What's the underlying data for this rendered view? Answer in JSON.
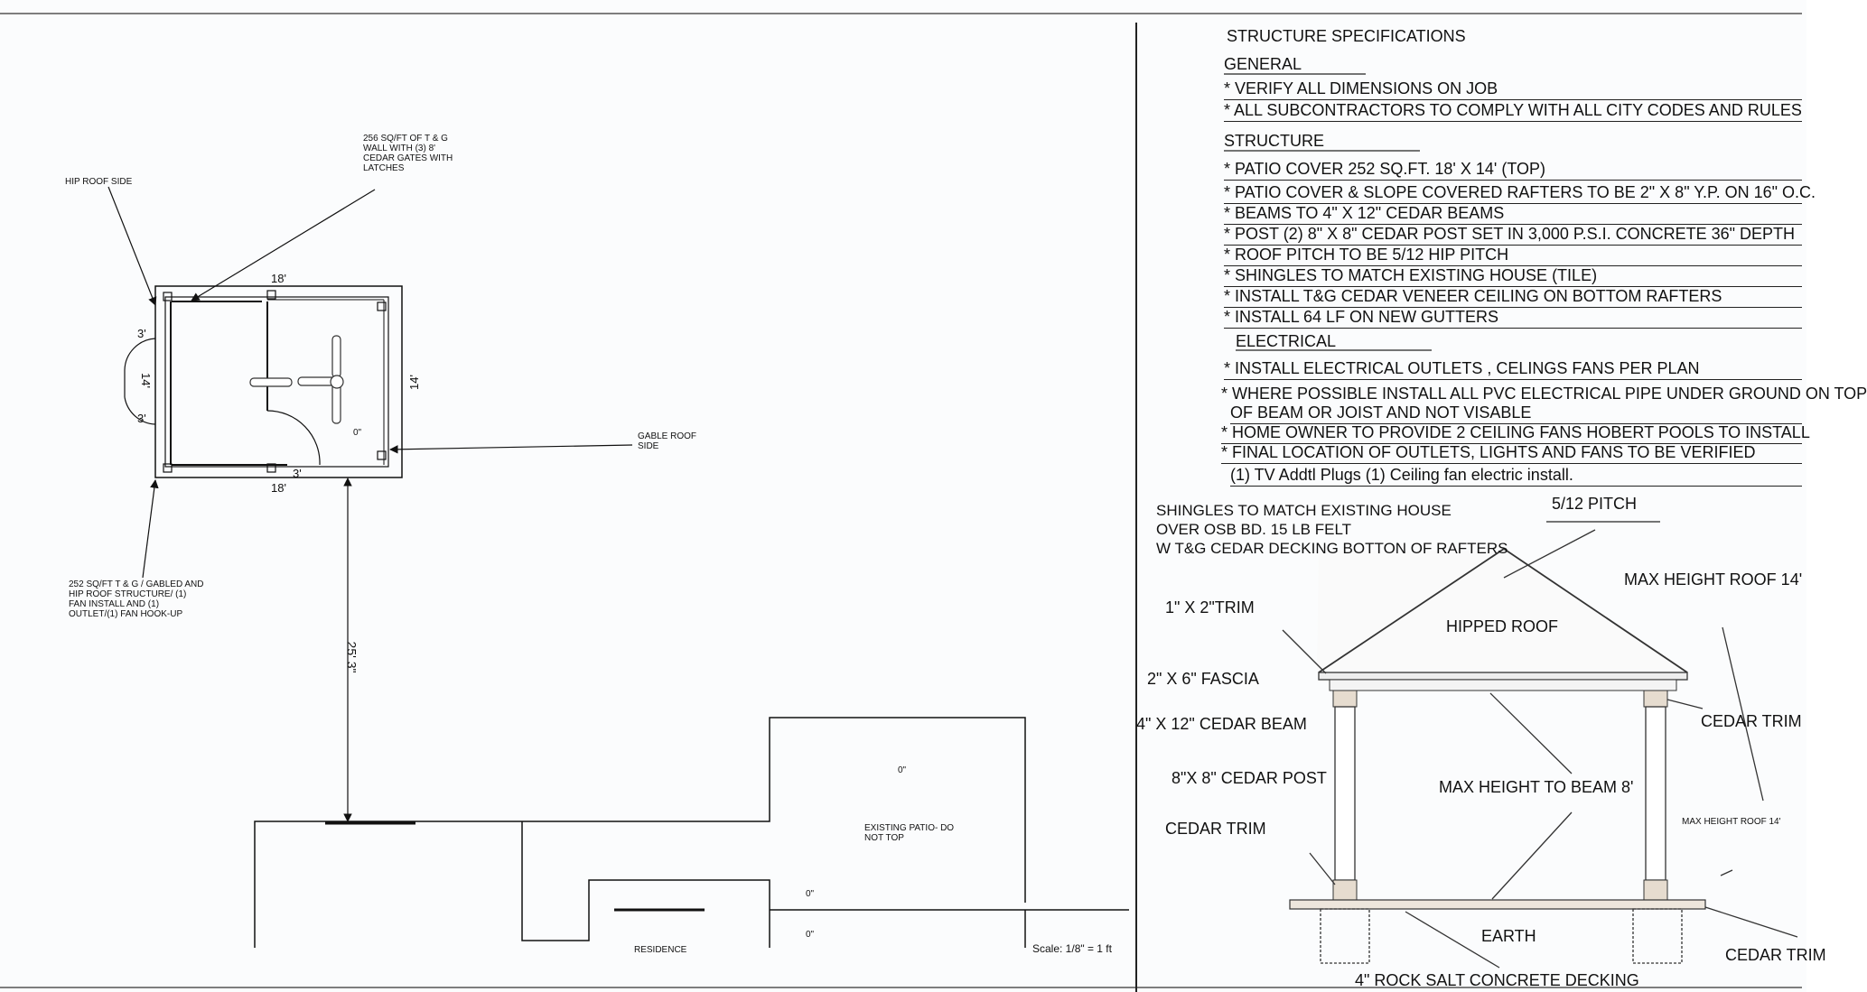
{
  "plan": {
    "hip_roof_side": "HIP ROOF SIDE",
    "wall_note": "256 SQ/FT OF T & G WALL WITH (3) 8' CEDAR GATES WITH LATCHES",
    "dim_top": "18'",
    "dim_bottom": "18'",
    "dim_right": "14'",
    "dim_left": "14'",
    "gate_top": "3'",
    "gate_bottom": "3'",
    "gate_front": "3'",
    "elev_room": "0\"",
    "gable_roof_side": "GABLE ROOF SIDE",
    "structure_note": "252 SQ/FT T & G / GABLED AND HIP ROOF STRUCTURE/ (1) FAN INSTALL AND (1) OUTLET/(1) FAN HOOK-UP",
    "distance": "25' 3\"",
    "elev_upper": "0\"",
    "existing_patio": "EXISTING PATIO- DO NOT TOP",
    "elev_mid": "0\"",
    "elev_low": "0\"",
    "residence": "RESIDENCE",
    "scale": "Scale: 1/8\" = 1 ft"
  },
  "specs": {
    "title": "STRUCTURE SPECIFICATIONS",
    "general_heading": "GENERAL",
    "general": [
      "* VERIFY ALL DIMENSIONS ON JOB",
      "* ALL SUBCONTRACTORS TO COMPLY WITH ALL CITY CODES AND RULES"
    ],
    "structure_heading": "STRUCTURE",
    "structure": [
      "* PATIO COVER 252 SQ.FT. 18' X 14' (TOP)",
      "* PATIO COVER & SLOPE COVERED RAFTERS TO BE 2\" X 8\" Y.P. ON 16\" O.C.",
      "* BEAMS TO 4\" X 12\" CEDAR BEAMS",
      "* POST (2) 8\" X 8\" CEDAR POST SET IN 3,000 P.S.I. CONCRETE 36\" DEPTH",
      "* ROOF PITCH TO BE 5/12 HIP PITCH",
      "* SHINGLES TO MATCH EXISTING HOUSE (TILE)",
      "* INSTALL T&G CEDAR VENEER CEILING ON BOTTOM RAFTERS",
      "* INSTALL 64 LF ON NEW GUTTERS"
    ],
    "electrical_heading": "ELECTRICAL",
    "electrical": [
      "* INSTALL ELECTRICAL OUTLETS , CELINGS FANS PER PLAN",
      "* WHERE POSSIBLE INSTALL ALL PVC ELECTRICAL PIPE UNDER GROUND ON TOP",
      "OF BEAM OR JOIST AND NOT VISABLE",
      "* HOME OWNER TO PROVIDE 2 CEILING FANS HOBERT POOLS TO INSTALL",
      "* FINAL LOCATION OF OUTLETS, LIGHTS AND FANS TO BE VERIFIED",
      "(1) TV Addtl Plugs (1) Ceiling fan electric install."
    ]
  },
  "elevation": {
    "shingles_note": [
      "SHINGLES TO MATCH EXISTING HOUSE",
      "OVER OSB BD. 15 LB FELT",
      "W T&G CEDAR DECKING BOTTON OF RAFTERS"
    ],
    "pitch": "5/12 PITCH",
    "max_height_roof": "MAX HEIGHT ROOF 14'",
    "hipped_roof": "HIPPED ROOF",
    "trim": "1\" X 2\"TRIM",
    "fascia": "2\" X 6\" FASCIA",
    "beam": "4\" X 12\" CEDAR BEAM",
    "cedar_trim_right": "CEDAR TRIM",
    "post": "8\"X 8\" CEDAR POST",
    "max_height_beam": "MAX HEIGHT TO BEAM 8'",
    "cedar_trim_left": "CEDAR TRIM",
    "max_height_roof_small": "MAX HEIGHT ROOF 14'",
    "earth": "EARTH",
    "cedar_trim_bottom": "CEDAR TRIM",
    "decking": "4\" ROCK SALT CONCRETE DECKING"
  }
}
